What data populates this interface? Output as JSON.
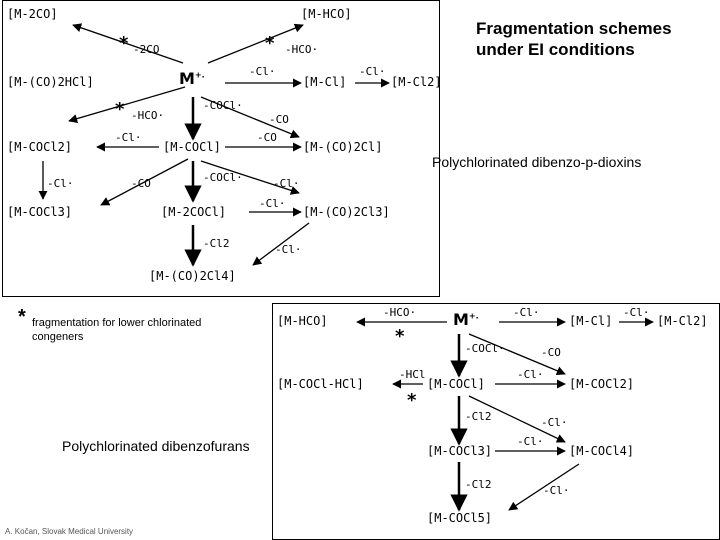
{
  "title": {
    "line1": "Fragmentation schemes",
    "line2": "under EI conditions"
  },
  "captions": {
    "dioxins": "Polychlorinated dibenzo-p-dioxins",
    "furans": "Polychlorinated dibenzofurans",
    "footnote_star": "*",
    "footnote": "fragmentation for lower chlorinated congeners",
    "credit": "A. Kočan, Slovak Medical University"
  },
  "dioxin_scheme": {
    "molecular_ion": "M",
    "molecular_ion_charge": "+.",
    "species": {
      "m_2co": "[M-2CO]",
      "m_hco": "[M-HCO]",
      "m_co2hcl": "[M-(CO)2HCl]",
      "m_cl": "[M-Cl]",
      "m_cl2": "[M-Cl2]",
      "m_cocl2": "[M-COCl2]",
      "m_cocl": "[M-COCl]",
      "m_co2cl": "[M-(CO)2Cl]",
      "m_cocl3": "[M-COCl3]",
      "m_2cocl": "[M-2COCl]",
      "m_co2cl3": "[M-(CO)2Cl3]",
      "m_co2cl4": "[M-(CO)2Cl4]"
    },
    "reagents": {
      "r_2co": "-2CO",
      "r_hco_top": "-HCO·",
      "r_cl_right": "-Cl·",
      "r_cl_m_cl": "-Cl·",
      "r_hco_left": "-HCO·",
      "r_cocl_down": "-COCl·",
      "r_co_diag": "-CO",
      "r_cl_cocl2": "-Cl·",
      "r_co_right": "-CO",
      "r_cl_down_left": "-Cl·",
      "r_co_diag2": "-CO",
      "r_cocl_down2": "-COCl·",
      "r_cl_diag": "-Cl·",
      "r_cl_right2": "-Cl·",
      "r_cl2_down": "-Cl2",
      "r_cl_diag2": "-Cl·"
    },
    "stars": [
      "*",
      "*",
      "*"
    ]
  },
  "furan_scheme": {
    "molecular_ion": "M",
    "molecular_ion_charge": "+.",
    "species": {
      "m_hco": "[M-HCO]",
      "m_cl": "[M-Cl]",
      "m_cl2": "[M-Cl2]",
      "m_cocl_hcl": "[M-COCl-HCl]",
      "m_cocl": "[M-COCl]",
      "m_cocl2": "[M-COCl2]",
      "m_cocl3": "[M-COCl3]",
      "m_cocl4": "[M-COCl4]",
      "m_cocl5": "[M-COCl5]"
    },
    "reagents": {
      "r_hco": "-HCO·",
      "r_cl_top": "-Cl·",
      "r_cl_m_cl": "-Cl·",
      "r_cocl_down": "-COCl·",
      "r_co_diag": "-CO",
      "r_hcl": "-HCl",
      "r_cl_right": "-Cl·",
      "r_cl2_down": "-Cl2",
      "r_cl_diag": "-Cl·",
      "r_cl_right2": "-Cl·",
      "r_cl2_down2": "-Cl2",
      "r_cl_diag2": "-Cl·"
    },
    "stars": [
      "*",
      "*"
    ]
  }
}
